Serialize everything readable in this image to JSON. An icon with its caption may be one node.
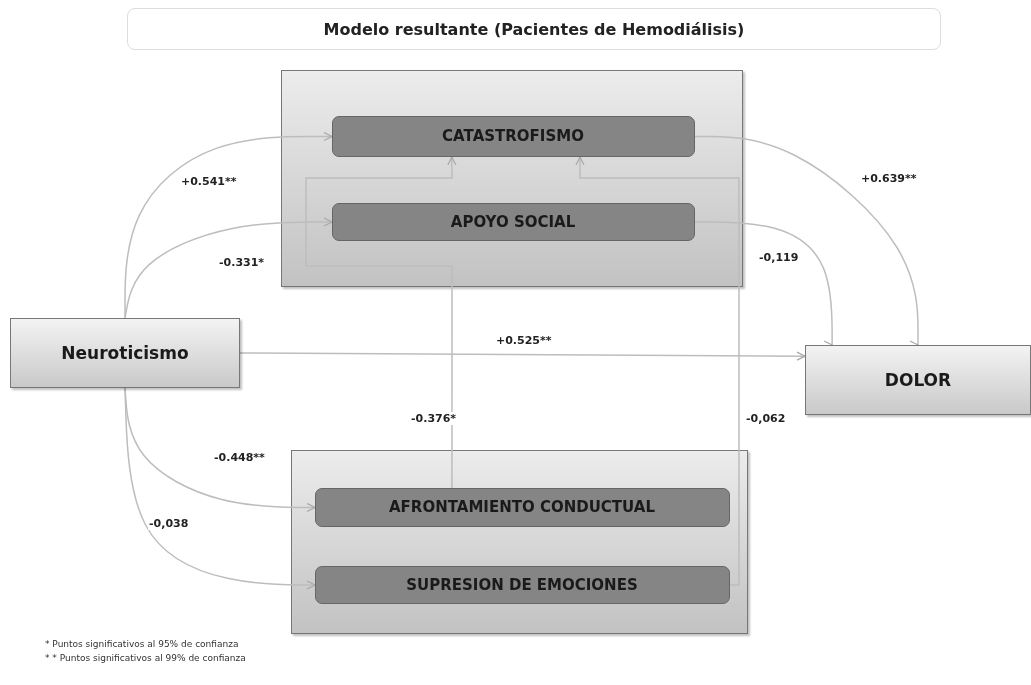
{
  "diagram": {
    "title": "Modelo resultante (Pacientes de Hemodiálisis)",
    "nodes": [
      {
        "text": [],
        "shape": "box"
      },
      {
        "text": [
          "CATASTROFISMO"
        ],
        "in": 0
      },
      {
        "text": [
          "APOYO SOCIAL"
        ],
        "in": 0
      },
      {
        "text": [
          "Neuroticismo"
        ]
      },
      {
        "text": [
          "DOLOR"
        ]
      },
      {
        "text": [],
        "shape": "box"
      },
      {
        "text": [
          "AFRONTAMIENTO CONDUCTUAL"
        ],
        "in": 5
      },
      {
        "text": [
          "SUPRESION DE EMOCIONES"
        ],
        "in": 5
      }
    ],
    "edges": [
      {
        "from": 3,
        "to": 1,
        "arrow": "to",
        "label": "+0.541**"
      },
      {
        "from": 3,
        "to": 2,
        "arrow": "to",
        "label": "-0.331*"
      },
      {
        "from": 3,
        "to": 4,
        "arrow": "to",
        "label": "+0.525**"
      },
      {
        "from": 3,
        "to": 6,
        "arrow": "to",
        "label": "-0.448**"
      },
      {
        "from": 3,
        "to": 7,
        "arrow": "to",
        "label": "-0,038"
      },
      {
        "from": 6,
        "to": 1,
        "arrow": "to",
        "label": "-0.376*"
      },
      {
        "from": 7,
        "to": 1,
        "arrow": "to",
        "label": "-0,062"
      },
      {
        "from": 1,
        "to": 4,
        "arrow": "to",
        "label": "+0.639**"
      },
      {
        "from": 2,
        "to": 4,
        "arrow": "to",
        "label": "-0,119"
      }
    ],
    "labels": [
      "* Puntos significativos al 95% de confianza",
      "* * Puntos significativos al 99% de confianza"
    ]
  }
}
